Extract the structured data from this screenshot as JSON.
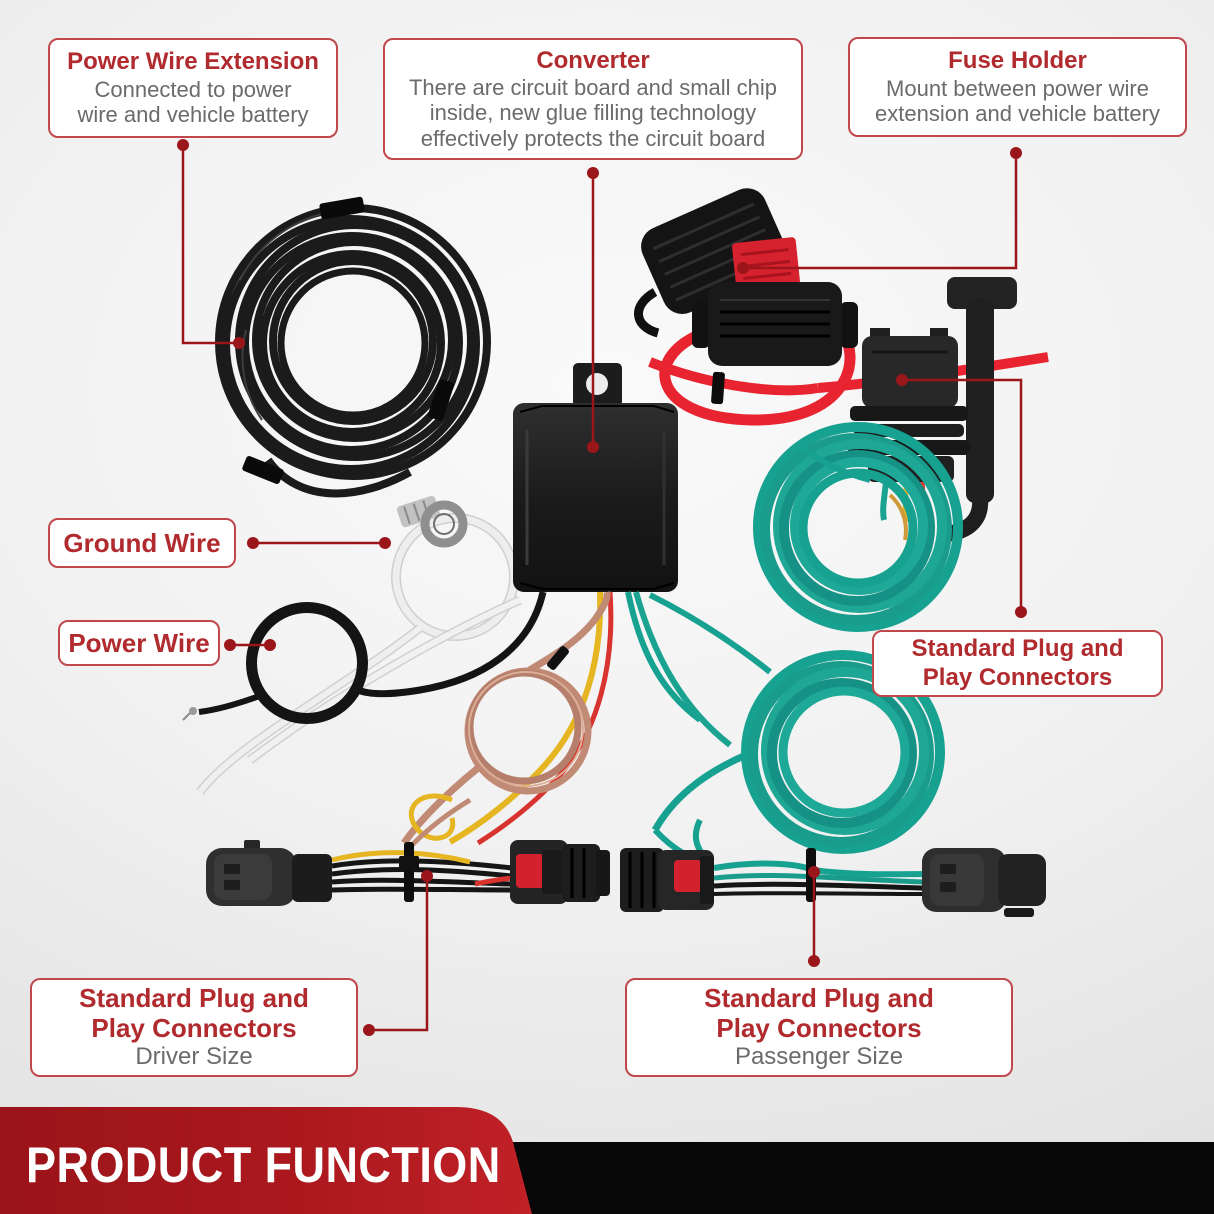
{
  "banner": {
    "title": "PRODUCT FUNCTION"
  },
  "callouts": {
    "power_wire_extension": {
      "title": "Power Wire Extension",
      "lines": [
        "Connected to power",
        "wire and vehicle battery"
      ]
    },
    "converter": {
      "title": "Converter",
      "lines": [
        "There are circuit board and small chip",
        "inside, new glue filling technology",
        "effectively protects the circuit board"
      ]
    },
    "fuse_holder": {
      "title": "Fuse Holder",
      "lines": [
        "Mount between power wire",
        "extension and vehicle battery"
      ]
    },
    "ground_wire": {
      "title": "Ground Wire"
    },
    "power_wire": {
      "title": "Power Wire"
    },
    "connectors_plug_play": {
      "lines": [
        "Standard Plug and",
        "Play Connectors"
      ]
    },
    "connectors_driver": {
      "lines": [
        "Standard Plug and",
        "Play Connectors"
      ],
      "subtitle": "Driver Size"
    },
    "connectors_passenger": {
      "lines": [
        "Standard Plug and",
        "Play Connectors"
      ],
      "subtitle": "Passenger Size"
    }
  },
  "colors": {
    "title_red": "#b02a2e",
    "callout_border_red": "#c0474b",
    "leader_red": "#9b161a",
    "body_gray": "#6b6b6b",
    "banner_red": "#a5161c",
    "banner_text": "#ffffff",
    "banner_strip_black": "#070707",
    "wire_teal": "#17a191",
    "wire_red": "#e7242f",
    "wire_yellow": "#e6b522",
    "wire_brown": "#c08a75",
    "wire_black": "#1b1b1b",
    "wire_white": "#efefef"
  }
}
